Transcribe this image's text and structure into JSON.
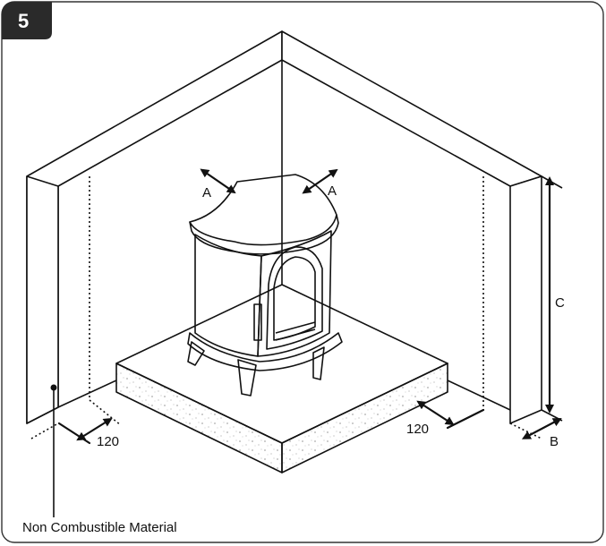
{
  "figure": {
    "number": "5",
    "labels": {
      "a_left": "A",
      "a_right": "A",
      "c": "C",
      "b": "B",
      "dim_left": "120",
      "dim_right": "120",
      "material": "Non Combustible Material"
    }
  },
  "colors": {
    "badge": "#2a2a2a",
    "line": "#111111",
    "background": "#ffffff"
  }
}
